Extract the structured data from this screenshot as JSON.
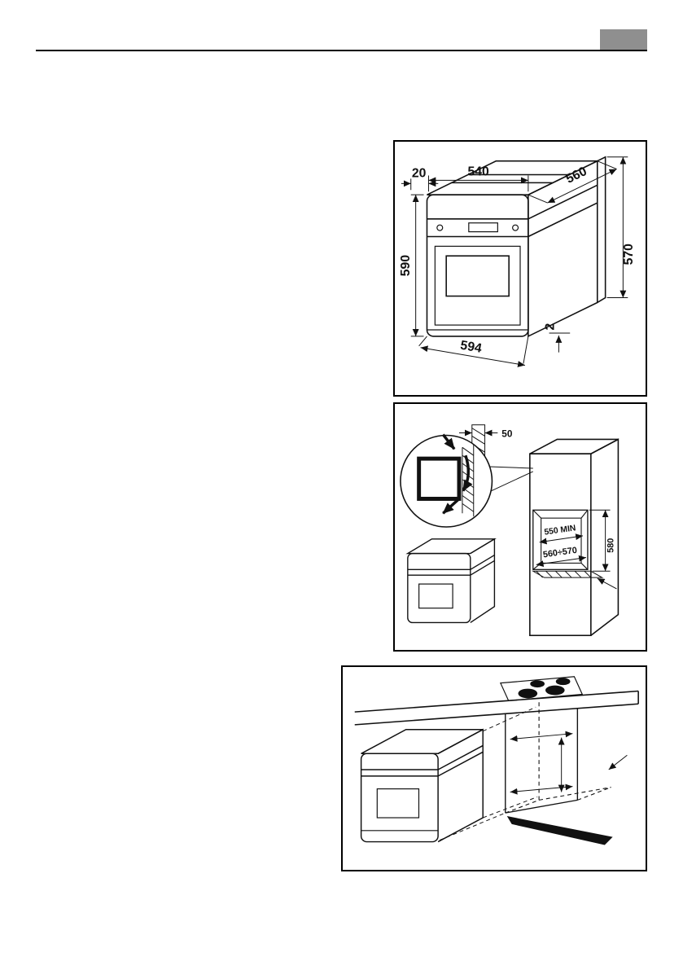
{
  "colors": {
    "page_number_box": "#8f8f8f",
    "ink": "#111111"
  },
  "figure1": {
    "labels": {
      "left_offset": "20",
      "top_width": "540",
      "depth": "560",
      "front_height": "590",
      "side_height": "570",
      "bottom_width": "594",
      "base_gap": "2"
    }
  },
  "figure2": {
    "labels": {
      "top_gap": "50",
      "niche_depth": "550 MIN",
      "niche_width": "560÷570",
      "niche_height": "580"
    }
  }
}
